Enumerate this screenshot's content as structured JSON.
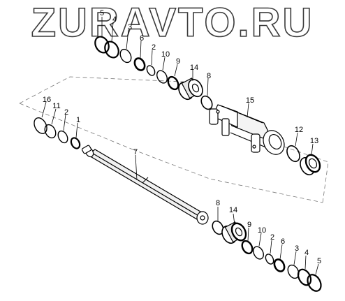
{
  "watermark": {
    "text": "ZURAVTO.RU"
  },
  "labels": {
    "top_5": "5",
    "top_4": "4",
    "top_3": "3",
    "top_6": "6",
    "top_2": "2",
    "top_10": "10",
    "top_9": "9",
    "top_14": "14",
    "top_8": "8",
    "top_15": "15",
    "mid_12": "12",
    "mid_13": "13",
    "left_16": "16",
    "left_11": "11",
    "left_2": "2",
    "left_1": "1",
    "rod_7": "7",
    "bot_8": "8",
    "bot_14": "14",
    "bot_9": "9",
    "bot_10": "10",
    "bot_2": "2",
    "bot_6": "6",
    "bot_3": "3",
    "bot_4": "4",
    "bot_5": "5"
  }
}
